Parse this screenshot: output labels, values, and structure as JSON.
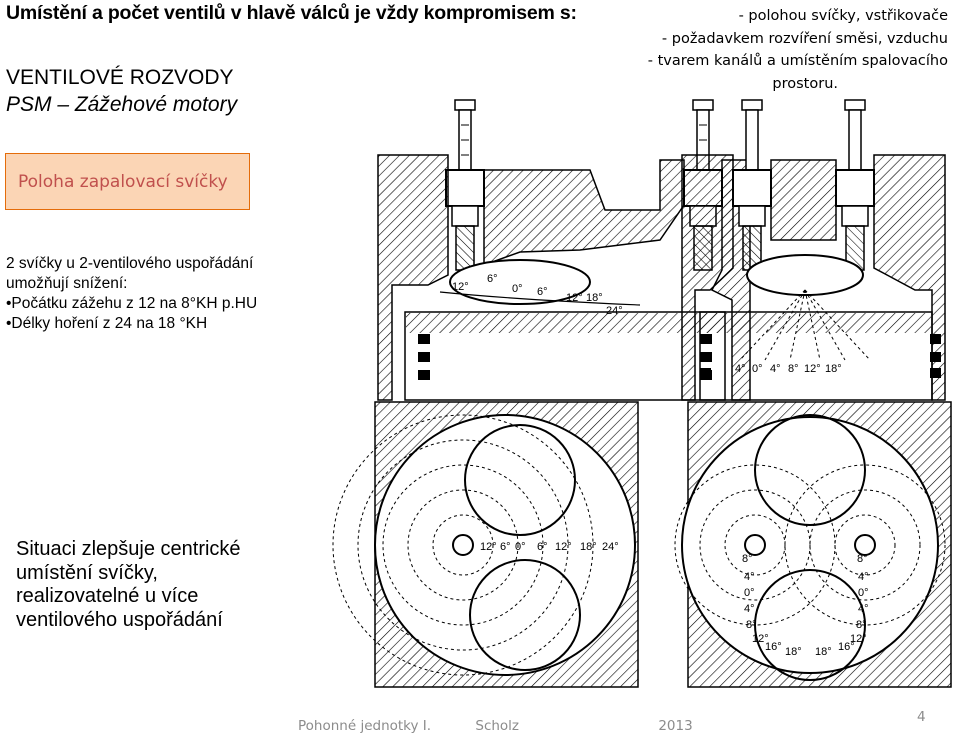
{
  "slide": {
    "title": "Umístění a počet ventilů v hlavě válců je vždy kompromisem s:",
    "heading_line1": "VENTILOVÉ ROZVODY",
    "heading_line2": "PSM – Zážehové motory",
    "bullets": [
      "- polohou svíčky, vstřikovače",
      "- požadavkem rozvíření směsi, vzduchu",
      "- tvarem kanálů a umístěním spalovacího",
      "prostoru."
    ],
    "section_badge": "Poloha zapalovací svíčky",
    "note_lines": [
      "2 svíčky u 2-ventilového uspořádání",
      "umožňují snížení:",
      "•Počátku zážehu z 12 na 8°KH p.HU",
      "•Délky hoření z 24 na 18 °KH"
    ],
    "bottom_note_lines": [
      "Situaci zlepšuje centrické",
      "umístění svíčky,",
      "realizovatelné u více",
      "ventilového uspořádání"
    ],
    "footer": {
      "course": "Pohonné jednotky I.",
      "author": "Scholz",
      "year": "2013",
      "page": "4"
    }
  },
  "figure_labels": {
    "left_section": [
      "12°",
      "6°",
      "0°",
      "6°",
      "12°",
      "18°",
      "24°"
    ],
    "right_section": [
      "4°",
      "0°",
      "4°",
      "8°",
      "12°",
      "18°"
    ],
    "left_plan_top": [
      "12°",
      "6°",
      "0°",
      "6°",
      "12°",
      "18°",
      "24°"
    ],
    "right_plan_left": [
      "8°",
      "4°",
      "0°",
      "4°",
      "8°",
      "12°"
    ],
    "right_plan_right": [
      "8°",
      "4°",
      "0°",
      "4°",
      "8°",
      "12°"
    ],
    "right_plan_bottom": [
      "16°",
      "18°",
      "18°",
      "16°"
    ]
  },
  "colors": {
    "badge_fill": "#fbd5b5",
    "badge_border": "#e46c0a",
    "badge_text": "#c0504d",
    "footer_text": "#8c8c8c"
  }
}
